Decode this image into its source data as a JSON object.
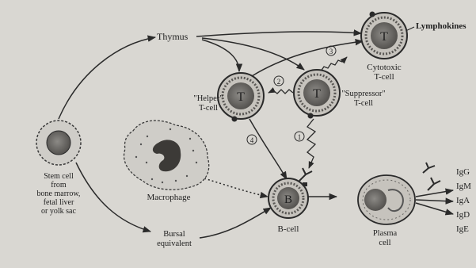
{
  "labels": {
    "stem_cell": [
      "Stem cell",
      "from",
      "bone marrow,",
      "fetal liver",
      "or yolk sac"
    ],
    "thymus": "Thymus",
    "lymphokines": "Lymphokines",
    "cytotoxic": [
      "Cytotoxic",
      "T-cell"
    ],
    "helper": [
      "\"Helper\"",
      "T-cell"
    ],
    "suppressor": [
      "\"Suppressor\"",
      "T-cell"
    ],
    "macrophage": "Macrophage",
    "bursal": [
      "Bursal",
      "equivalent"
    ],
    "bcell": "B-cell",
    "plasma": [
      "Plasma",
      "cell"
    ]
  },
  "cell_letters": {
    "t_cytotoxic": "T",
    "t_helper": "T",
    "t_suppressor": "T",
    "b": "B"
  },
  "step_numbers": {
    "one": "1",
    "two": "2",
    "three": "3",
    "four": "4"
  },
  "immunoglobulins": [
    "IgG",
    "IgM",
    "IgA",
    "IgD",
    "IgE"
  ]
}
